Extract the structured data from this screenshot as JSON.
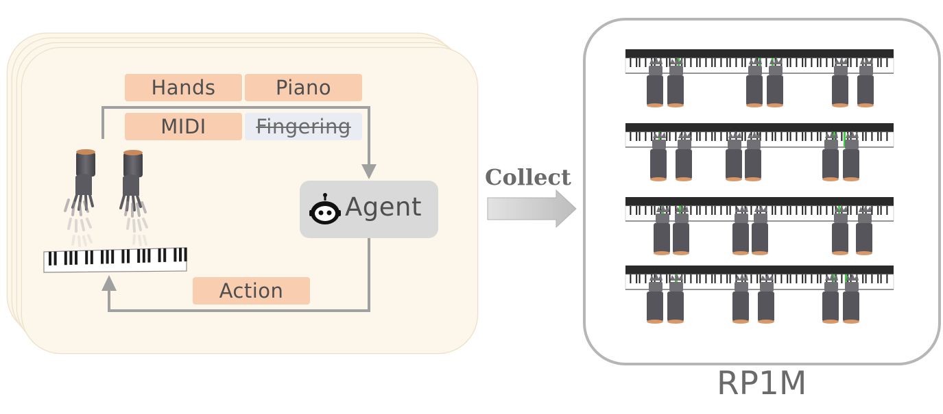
{
  "inputs": {
    "hands": "Hands",
    "piano": "Piano",
    "midi": "MIDI",
    "fingering": "Fingering"
  },
  "agent": {
    "label": "Agent",
    "icon": "robot-icon"
  },
  "action": "Action",
  "collect": "Collect",
  "dataset": {
    "label": "RP1M",
    "rollouts": 4
  },
  "colors": {
    "card_fill": "#fdf6ea",
    "tag_orange": "#f8cdb0",
    "tag_blue": "#e9ecf3",
    "agent_box": "#d9d9d9",
    "flow_line": "#a0a0a0",
    "finger_highlight": "#3fd23f"
  }
}
